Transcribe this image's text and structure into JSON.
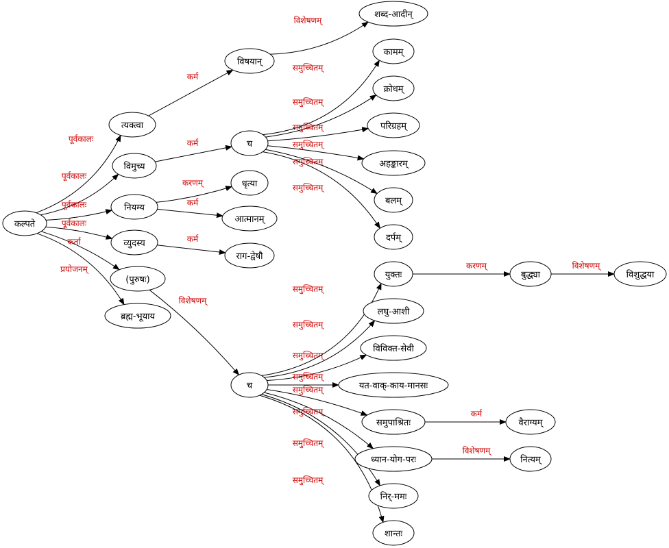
{
  "colors": {
    "edge_label": "#d20000",
    "node_stroke": "#000000",
    "edge": "#000000"
  },
  "nodes": {
    "kalpate": "कल्पते",
    "tyaktva": "त्यक्त्वा",
    "vimuchya": "विमुच्य",
    "niyamya": "नियम्य",
    "vyudasya": "व्युदस्य",
    "purushah": "(पुरुषः)",
    "brahma_bhuyaya": "ब्रह्म-भूयाय",
    "vishayan": "विषयान्",
    "shabda_adin": "शब्द-आदीन्",
    "cha1": "च",
    "kamam": "कामम्",
    "krodham": "क्रोधम्",
    "parigraham": "परिग्रहम्",
    "ahankaram": "अहङ्कारम्",
    "balam": "बलम्",
    "darpam": "दर्पम्",
    "dhritya": "धृत्या",
    "atmanam": "आत्मानम्",
    "raga_dveshau": "राग-द्वेषौ",
    "cha2": "च",
    "yuktah": "युक्तः",
    "buddhya": "बुद्ध्या",
    "vishuddhaya": "विशुद्धया",
    "laghu_ashi": "लघु-आशी",
    "vivikta_sevi": "विविक्त-सेवी",
    "yata_vak": "यत-वाक्-काय-मानसः",
    "samupashritah": "समुपाश्रितः",
    "vairagyam": "वैराग्यम्",
    "dhyana_yoga": "ध्यान-योग-परः",
    "nityam": "नित्यम्",
    "nir_mamah": "निर्-ममः",
    "shantah": "शान्तः"
  },
  "edge_labels": {
    "e1": "पूर्वकालः",
    "e2": "पूर्वकालः",
    "e3": "पूर्वकालः",
    "e4": "पूर्वकालः",
    "e5": "कर्ता",
    "e6": "प्रयोजनम्",
    "e7": "कर्म",
    "e8": "विशेषणम्",
    "e9": "कर्म",
    "e10": "समुच्चितम्",
    "e11": "समुच्चितम्",
    "e12": "समुच्चितम्",
    "e13": "समुच्चितम्",
    "e14": "समुच्चितम्",
    "e15": "समुच्चितम्",
    "e16": "करणम्",
    "e17": "कर्म",
    "e18": "कर्म",
    "e19": "विशेषणम्",
    "e20": "समुच्चितम्",
    "e21": "करणम्",
    "e22": "विशेषणम्",
    "e23": "समुच्चितम्",
    "e24": "समुच्चितम्",
    "e25": "समुच्चितम्",
    "e26": "समुच्चितम्",
    "e27": "कर्म",
    "e28": "समुच्चितम्",
    "e29": "विशेषणम्",
    "e30": "समुच्चितम्",
    "e31": "समुच्चितम्"
  }
}
